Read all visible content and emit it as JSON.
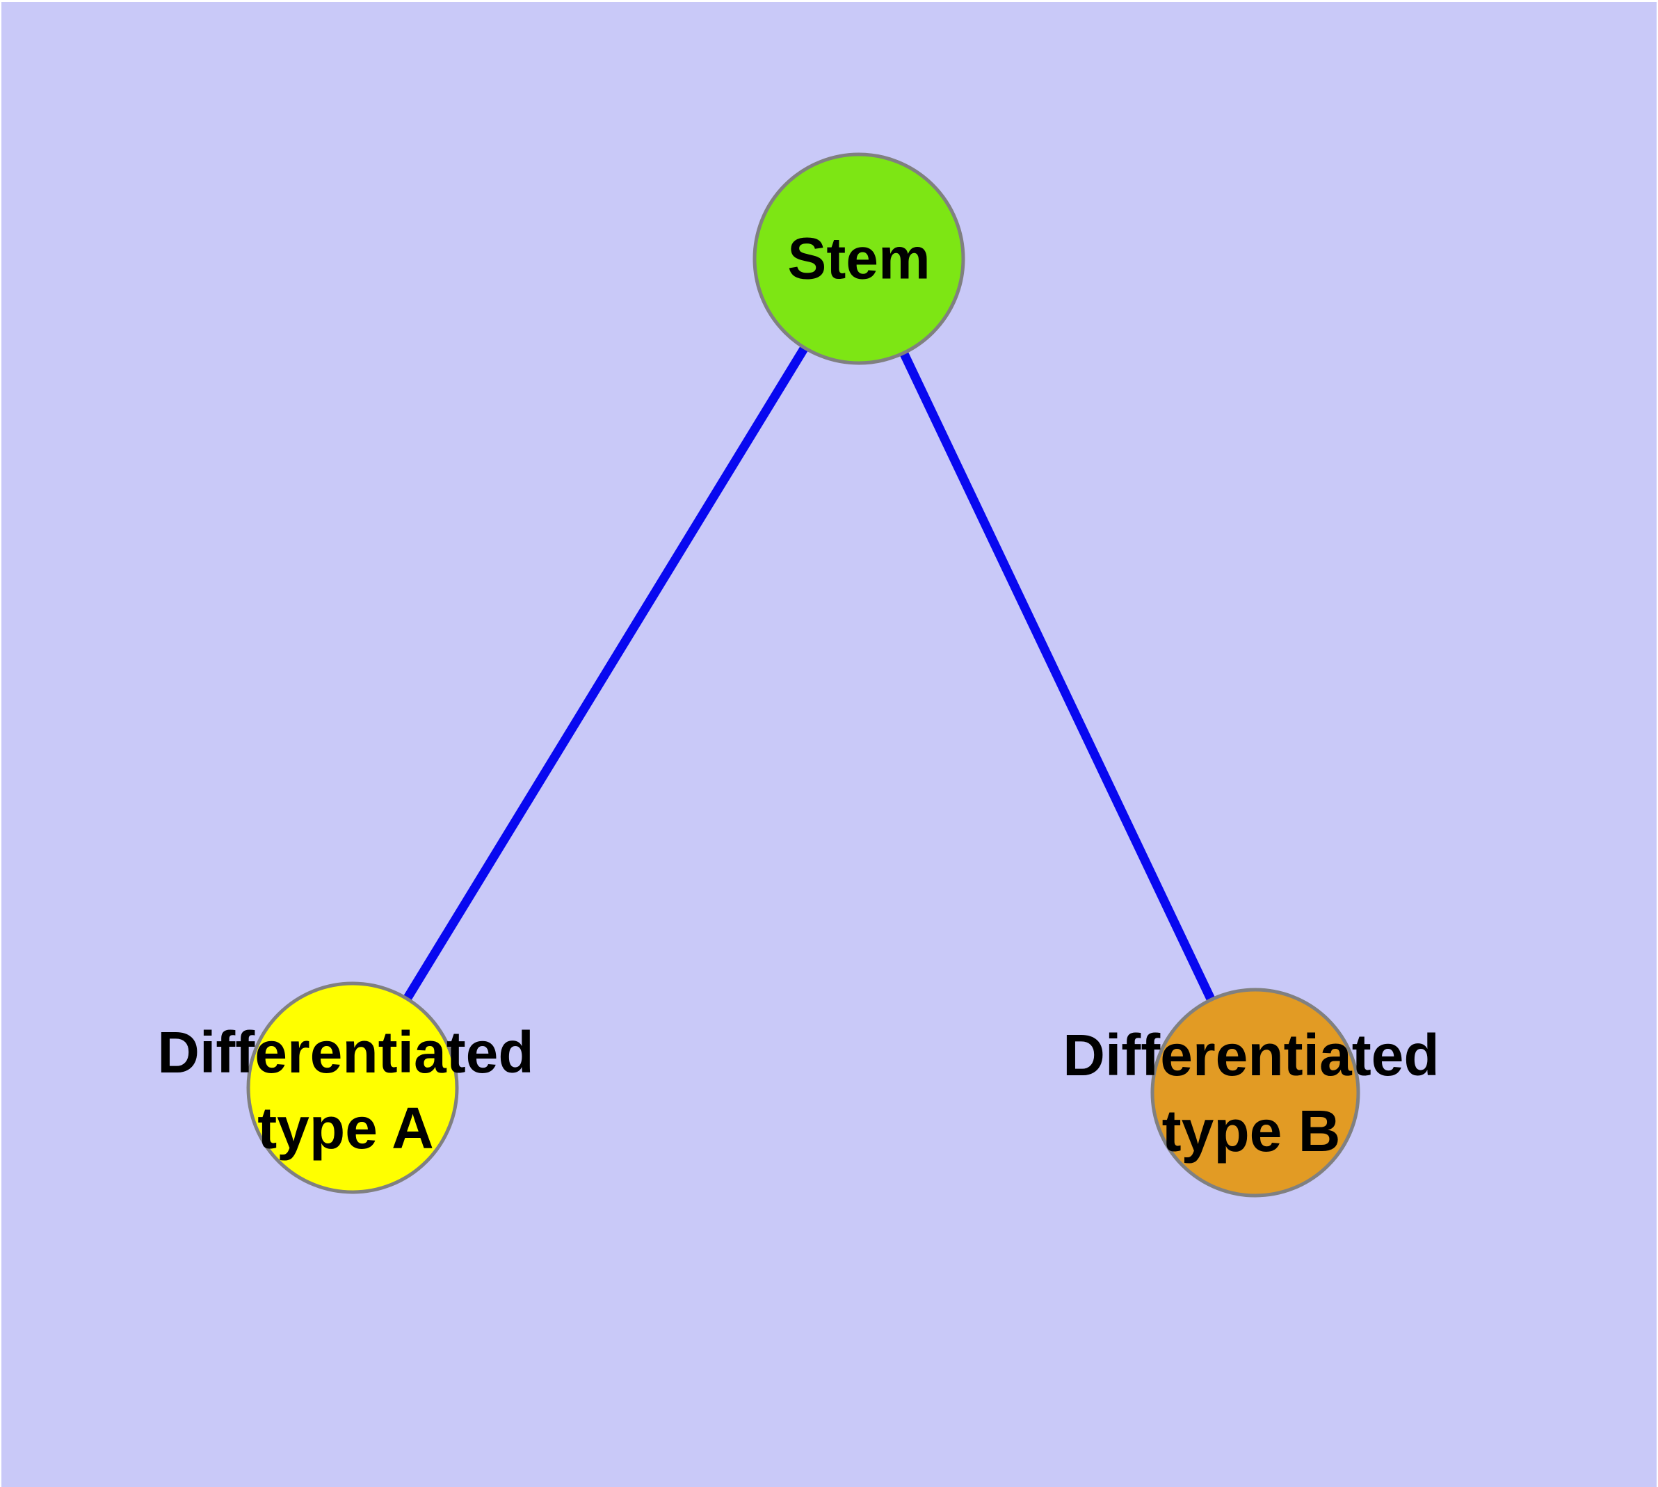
{
  "diagram": {
    "title": "",
    "background": "#c9c9f8",
    "edge_color": "#0808f0",
    "node_border_color": "#808080",
    "label_color": "#000000",
    "nodes": [
      {
        "id": "stem",
        "label": "Stem",
        "color": "#7de614"
      },
      {
        "id": "type-a",
        "label": "Differentiated\ntype A",
        "color": "#ffff00"
      },
      {
        "id": "type-b",
        "label": "Differentiated\ntype B",
        "color": "#e29b24"
      }
    ],
    "edges": [
      {
        "from": "Stem",
        "to": "Differentiated type A"
      },
      {
        "from": "Stem",
        "to": "Differentiated type B"
      }
    ]
  }
}
